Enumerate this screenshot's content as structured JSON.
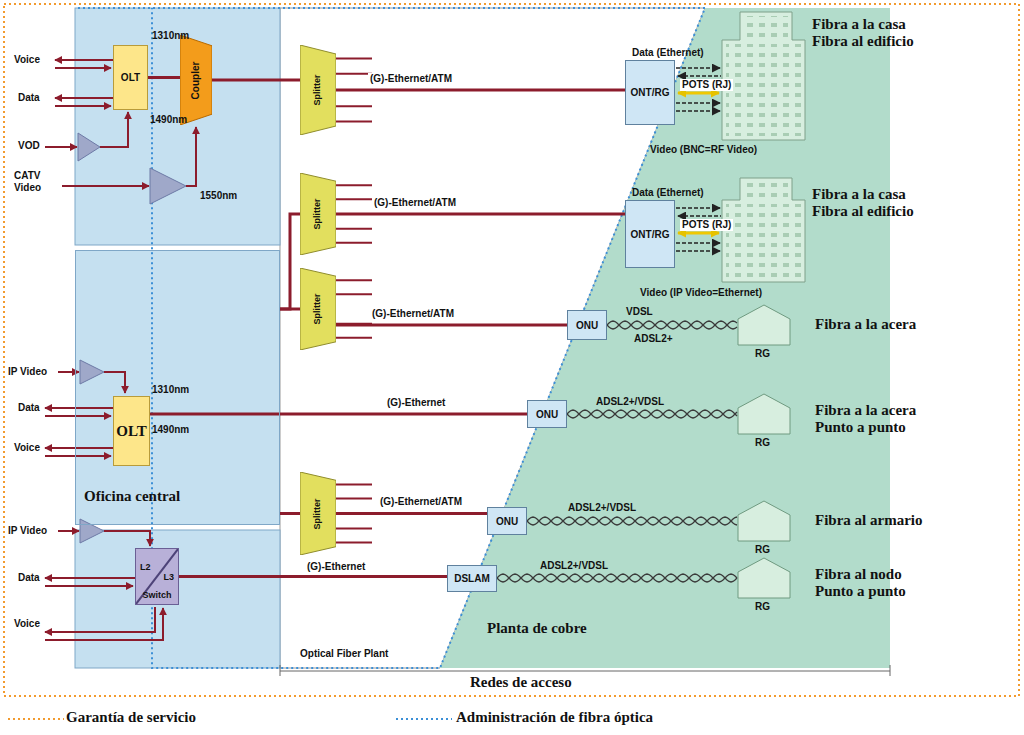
{
  "diagram": {
    "nodes": [
      {
        "text": [
          "OLT"
        ]
      },
      {
        "text": [
          "Coupler"
        ]
      },
      {
        "text": [
          "Splitter"
        ]
      },
      {
        "text": [
          "ONT/RG"
        ]
      },
      {
        "text": [
          "Oficina central"
        ]
      },
      {
        "text": [
          "OLT"
        ],
        "in": 4
      },
      {
        "text": [
          "Splitter"
        ]
      },
      {
        "text": [
          "ONT/RG"
        ]
      },
      {
        "text": [
          "Splitter"
        ]
      },
      {
        "text": [
          "ONU"
        ]
      },
      {
        "text": [
          "ONU"
        ]
      },
      {
        "text": [
          "Splitter"
        ]
      },
      {
        "text": [
          "ONU"
        ]
      },
      {
        "text": [
          "L2",
          "L3",
          "Switch"
        ]
      },
      {
        "text": [
          "DSLAM"
        ]
      }
    ],
    "edges": [
      {
        "from": 0,
        "to": 1,
        "arrow": "none"
      },
      {
        "from": 1,
        "to": 2,
        "arrow": "none"
      },
      {
        "from": 2,
        "to": 3,
        "label": "(G)-Ethernet/ATM",
        "arrow": "none"
      },
      {
        "from": 4,
        "to": 6,
        "arrow": "none"
      },
      {
        "from": 6,
        "to": 7,
        "label": "(G)-Ethernet/ATM",
        "arrow": "none"
      },
      {
        "from": 4,
        "to": 8,
        "arrow": "none"
      },
      {
        "from": 8,
        "to": 9,
        "label": "(G)-Ethernet/ATM",
        "arrow": "none"
      },
      {
        "from": 5,
        "to": 10,
        "label": "(G)-Ethernet",
        "arrow": "none"
      },
      {
        "from": 4,
        "to": 11,
        "arrow": "none"
      },
      {
        "from": 11,
        "to": 12,
        "label": "(G)-Ethernet/ATM",
        "arrow": "none"
      },
      {
        "from": 13,
        "to": 14,
        "label": "(G)-Ethernet",
        "arrow": "none"
      }
    ],
    "labels": [
      "Voice",
      "Data",
      "VOD",
      "CATV Video",
      "1310nm",
      "1490nm",
      "1550nm",
      "IP Video",
      "Data",
      "Voice",
      "1310nm",
      "1490nm",
      "IP Video",
      "Data",
      "Voice",
      "Data (Ethernet)",
      "POTS (RJ)",
      "Video (BNC=RF Video)",
      "Data (Ethernet)",
      "POTS (RJ)",
      "Video (IP Video=Ethernet)",
      "VDSL",
      "ADSL2+",
      "ADSL2+/VDSL",
      "ADSL2+/VDSL",
      "ADSL2+/VDSL",
      "RG",
      "RG",
      "RG",
      "RG",
      "Fibra a la casa Fibra al edificio",
      "Fibra a la casa Fibra al edificio",
      "Fibra a la acera",
      "Fibra a la acera Punto a punto",
      "Fibra al armario",
      "Fibra al nodo Punto a punto",
      "Planta de cobre",
      "Optical Fiber Plant",
      "Redes de acceso"
    ],
    "legend": [
      {
        "text": "Garantía de servicio"
      },
      {
        "text": "Administración de fibra óptica"
      }
    ]
  }
}
